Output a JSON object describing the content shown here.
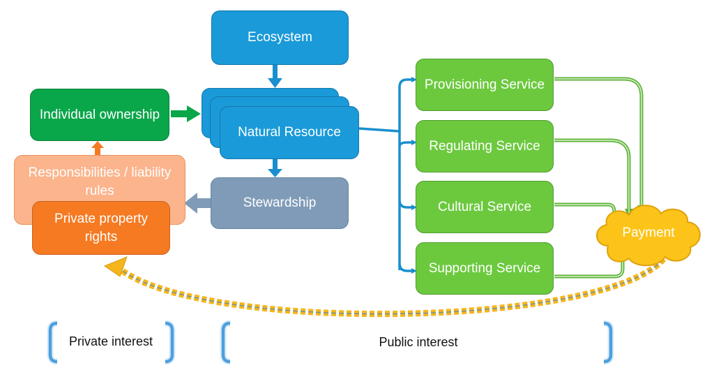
{
  "nodes": {
    "ecosystem": "Ecosystem",
    "natural_resource": "Natural Resource",
    "stewardship": "Stewardship",
    "individual_ownership": "Individual ownership",
    "responsibilities": "Responsibilities / liability rules",
    "private_property_rights": "Private property rights",
    "provisioning_service": "Provisioning Service",
    "regulating_service": "Regulating Service",
    "cultural_service": "Cultural Service",
    "supporting_service": "Supporting Service",
    "payment": "Payment"
  },
  "legend": {
    "private_interest": "Private interest",
    "public_interest": "Public interest"
  },
  "colors": {
    "blue": "#1a9ad8",
    "steel": "#7f9bb8",
    "green": "#6cc93e",
    "dark_green": "#0aa64a",
    "peach": "#fbb48c",
    "orange": "#f57a22",
    "payment_yellow": "#fcc419"
  }
}
